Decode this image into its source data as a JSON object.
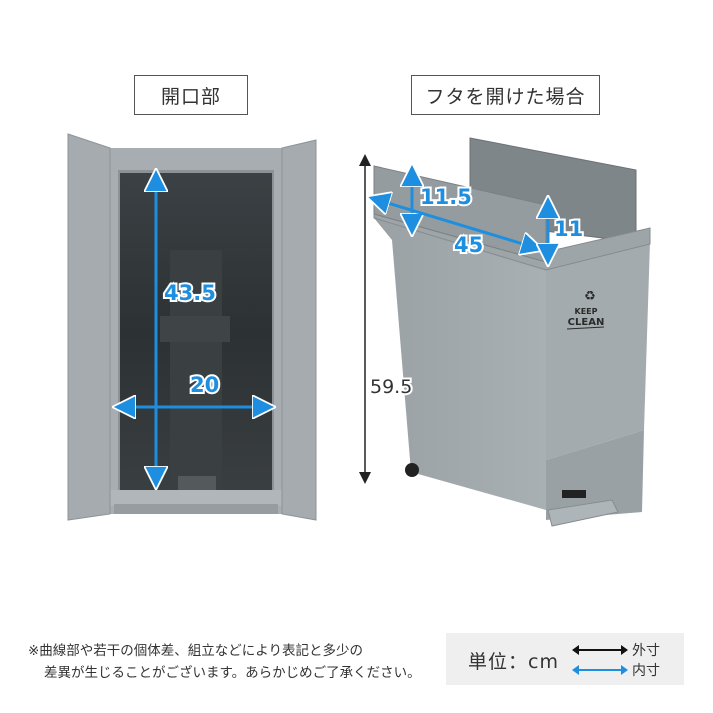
{
  "labels": {
    "opening": "開口部",
    "lid_open": "フタを開けた場合"
  },
  "dimensions": {
    "inner_height": "43.5",
    "inner_width": "20",
    "lid_depth": "11.5",
    "lid_width": "45",
    "lid_height": "11",
    "total_height": "59.5"
  },
  "product_text": {
    "line1": "KEEP",
    "line2": "CLEAN"
  },
  "note": {
    "line1": "※曲線部や若干の個体差、組立などにより表記と多少の",
    "line2": "差異が生じることがございます。あらかじめご了承ください。"
  },
  "legend": {
    "unit": "単位：cm",
    "outer": "外寸",
    "inner": "内寸",
    "outer_color": "#111111",
    "inner_color": "#1e8fe0"
  }
}
